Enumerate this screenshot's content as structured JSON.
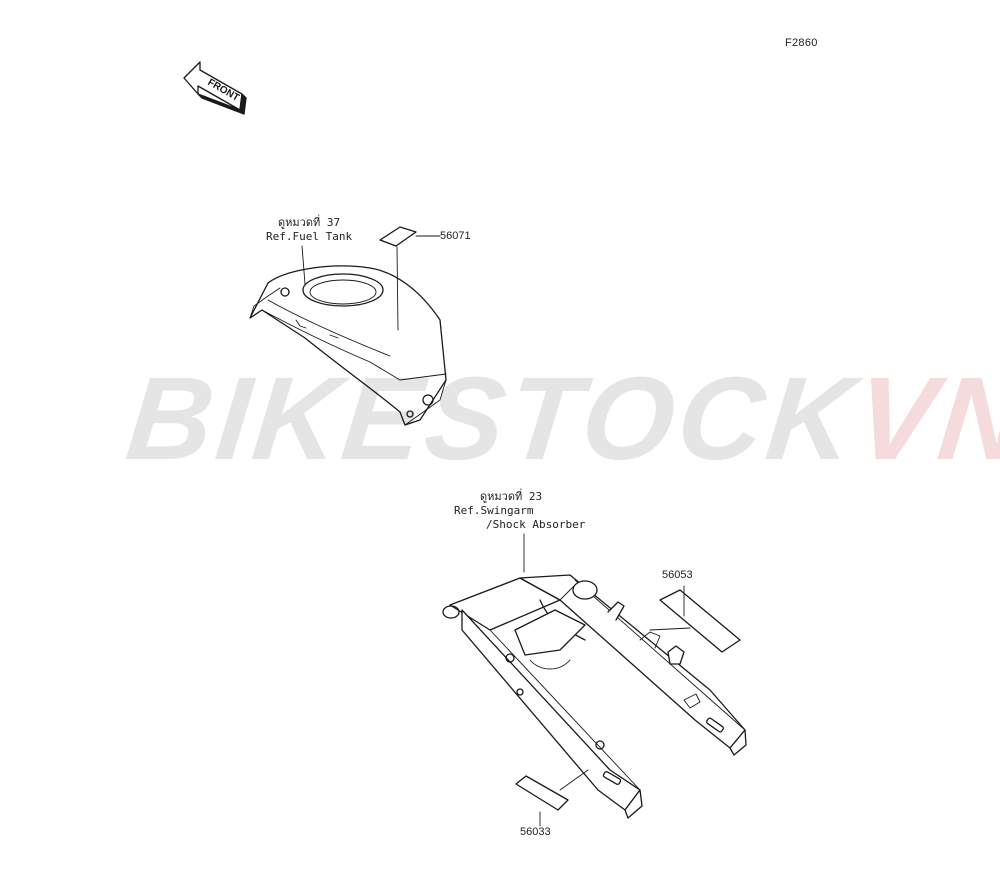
{
  "diagram_code": "F2860",
  "front_indicator": "FRONT",
  "watermark": {
    "part1": "BIKESTOCK",
    "part2": "VN"
  },
  "references": {
    "fuel_tank": {
      "line1": "ดูหมวดที่ 37",
      "line2": "Ref.Fuel Tank"
    },
    "swingarm": {
      "line1": "ดูหมวดที่ 23",
      "line2": "Ref.Swingarm",
      "line3": "/Shock Absorber"
    }
  },
  "parts": [
    {
      "number": "56071"
    },
    {
      "number": "56053"
    },
    {
      "number": "56033"
    }
  ],
  "colors": {
    "line": "#1a1a1a",
    "watermark_gray": "#e3e3e3",
    "watermark_red": "#f4d8d8"
  }
}
